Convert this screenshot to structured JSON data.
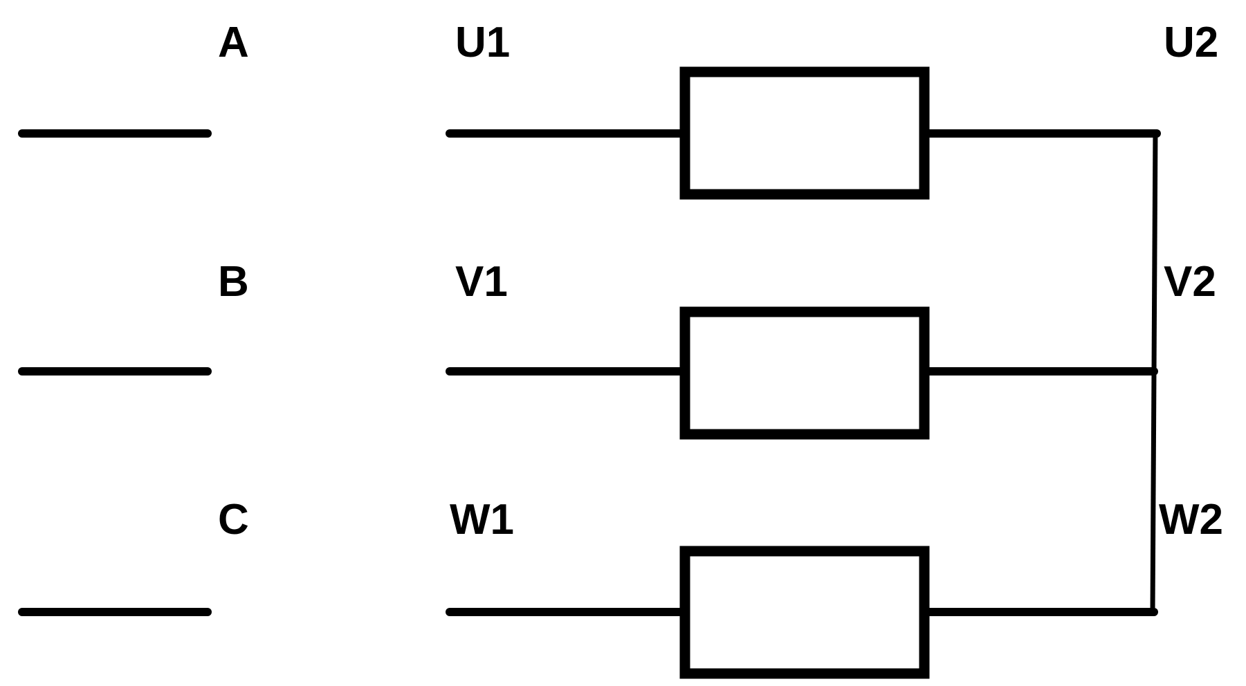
{
  "labels": {
    "supply": [
      "A",
      "B",
      "C"
    ],
    "winding_start": [
      "U1",
      "V1",
      "W1"
    ],
    "winding_end": [
      "U2",
      "V2",
      "W2"
    ]
  },
  "colors": {
    "line": "#000000",
    "background": "#ffffff"
  }
}
